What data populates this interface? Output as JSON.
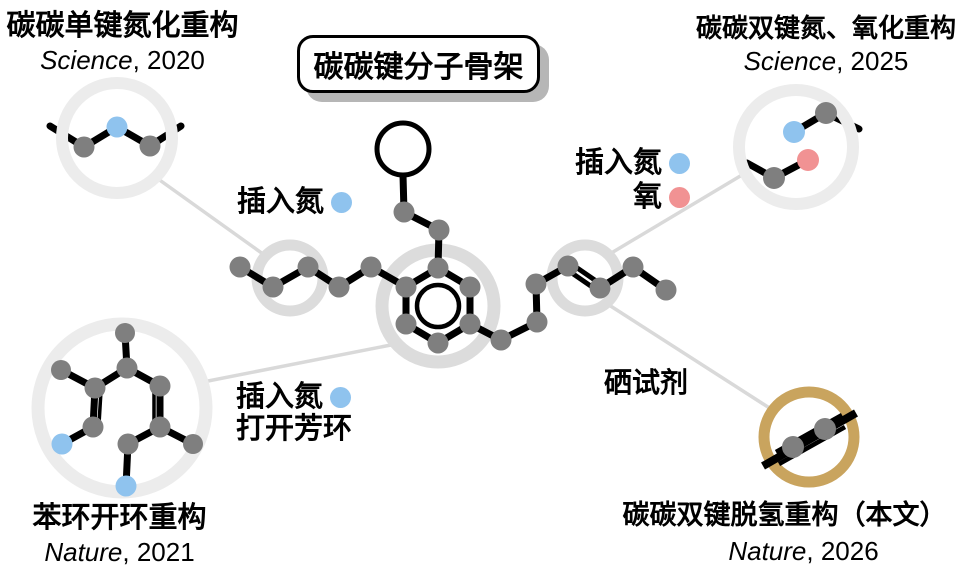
{
  "header": {
    "center_box_label": "碳碳键分子骨架"
  },
  "corners": {
    "top_left": {
      "title": "碳碳单键氮化重构",
      "journal": "Science",
      "year": ", 2020"
    },
    "top_right": {
      "title": "碳碳双键氮、氧化重构",
      "journal": "Science",
      "year": ", 2025"
    },
    "bottom_left": {
      "title": "苯环开环重构",
      "journal": "Nature",
      "year": ", 2021"
    },
    "bottom_right": {
      "title": "碳碳双键脱氢重构（本文）",
      "journal": "Nature",
      "year": ", 2026"
    }
  },
  "annotations": {
    "insert_n_left": "插入氮",
    "insert_n_right": "插入氮",
    "insert_o_right": "氧",
    "selenium_reagent": "硒试剂",
    "insert_n_bottom": "插入氮",
    "open_aromatic_ring": "打开芳环"
  },
  "colors": {
    "carbon": "#7f7f7f",
    "nitrogen": "#8fc3ee",
    "oxygen": "#f19293",
    "bond": "#000000",
    "highlight_ring": "#dcdcdc",
    "fragment_ring": "#ececec",
    "gold_ring": "#c9a45e",
    "connector": "#d9d9d9",
    "box_shadow": "#b6b6b6"
  }
}
